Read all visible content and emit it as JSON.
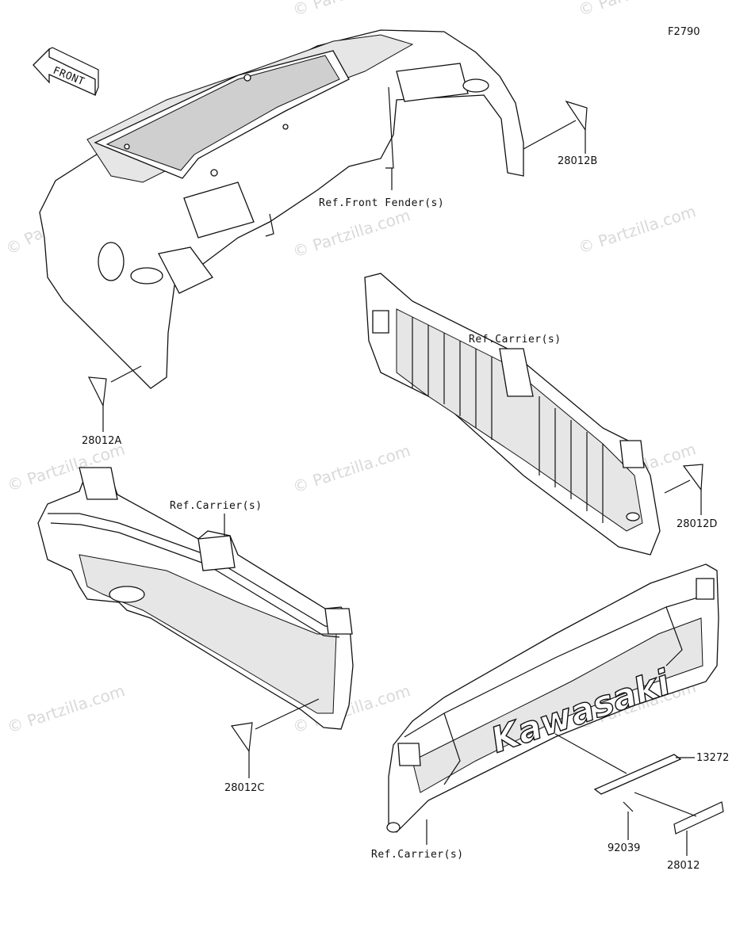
{
  "diagram_id": "F2790",
  "front_label": "FRONT",
  "watermark": "© Partzilla.com",
  "refs": {
    "front_fender": "Ref.Front Fender(s)",
    "carrier_rear": "Ref.Carrier(s)",
    "carrier_left": "Ref.Carrier(s)",
    "carrier_tailgate": "Ref.Carrier(s)"
  },
  "parts": {
    "p28012B": "28012B",
    "p28012A": "28012A",
    "p28012D": "28012D",
    "p28012C": "28012C",
    "p13272": "13272",
    "p92039": "92039",
    "p28012": "28012"
  },
  "logo_text": "Kawasaki"
}
